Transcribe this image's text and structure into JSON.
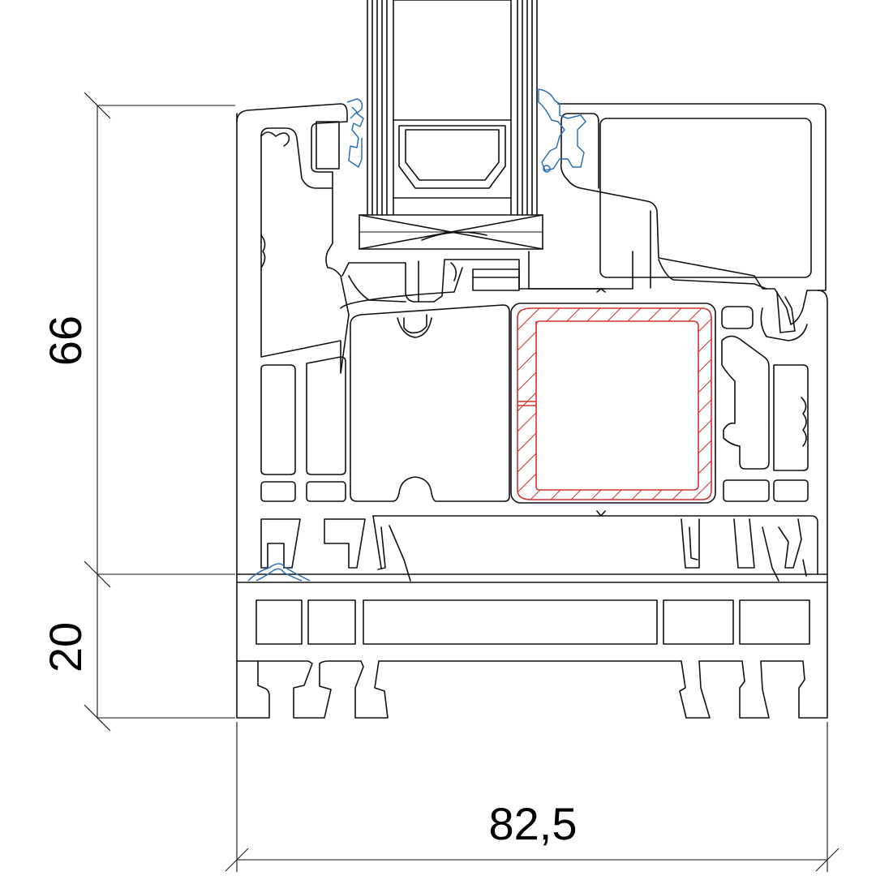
{
  "dimensions": {
    "upper_height_label": "66",
    "lower_height_label": "20",
    "width_label": "82,5"
  },
  "colors": {
    "outline": "#111111",
    "gasket": "#2a6fb5",
    "steel_reinforcement": "#d0342c"
  }
}
